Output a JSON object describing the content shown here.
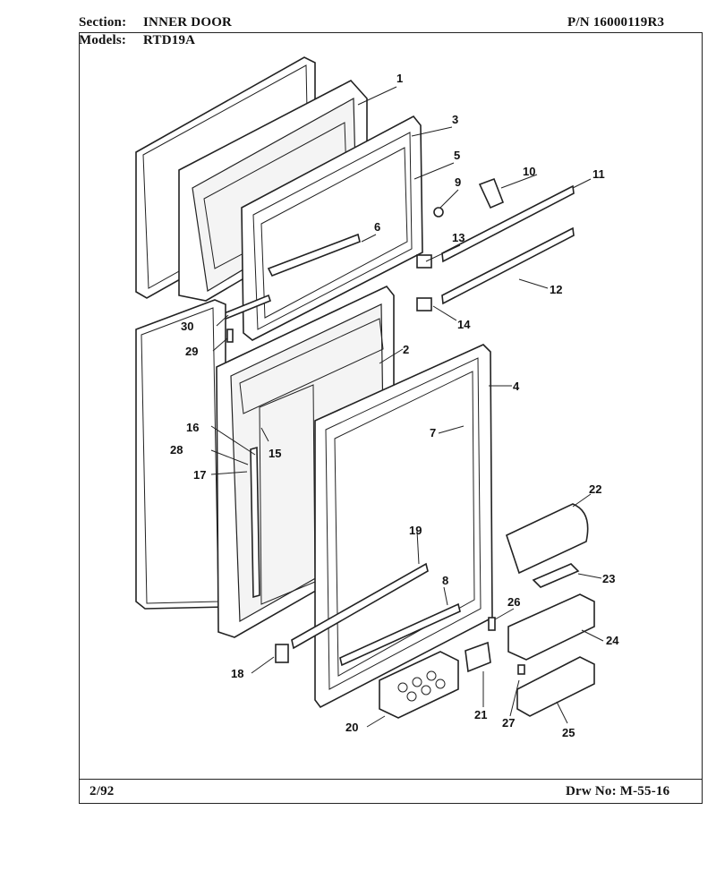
{
  "header": {
    "section_label": "Section:",
    "section_value": "INNER DOOR",
    "part_number": "P/N 16000119R3",
    "models_label": "Models:",
    "models_value": "RTD19A"
  },
  "footer": {
    "date": "2/92",
    "drawing_number": "Drw No: M-55-16"
  },
  "callouts": {
    "c1": "1",
    "c2": "2",
    "c3": "3",
    "c4": "4",
    "c5": "5",
    "c6": "6",
    "c7": "7",
    "c8": "8",
    "c9": "9",
    "c10": "10",
    "c11": "11",
    "c12": "12",
    "c13": "13",
    "c14": "14",
    "c15": "15",
    "c16": "16",
    "c17": "17",
    "c18": "18",
    "c19": "19",
    "c20": "20",
    "c21": "21",
    "c22": "22",
    "c23": "23",
    "c24": "24",
    "c25": "25",
    "c26": "26",
    "c27": "27",
    "c28": "28",
    "c29": "29",
    "c30": "30"
  }
}
